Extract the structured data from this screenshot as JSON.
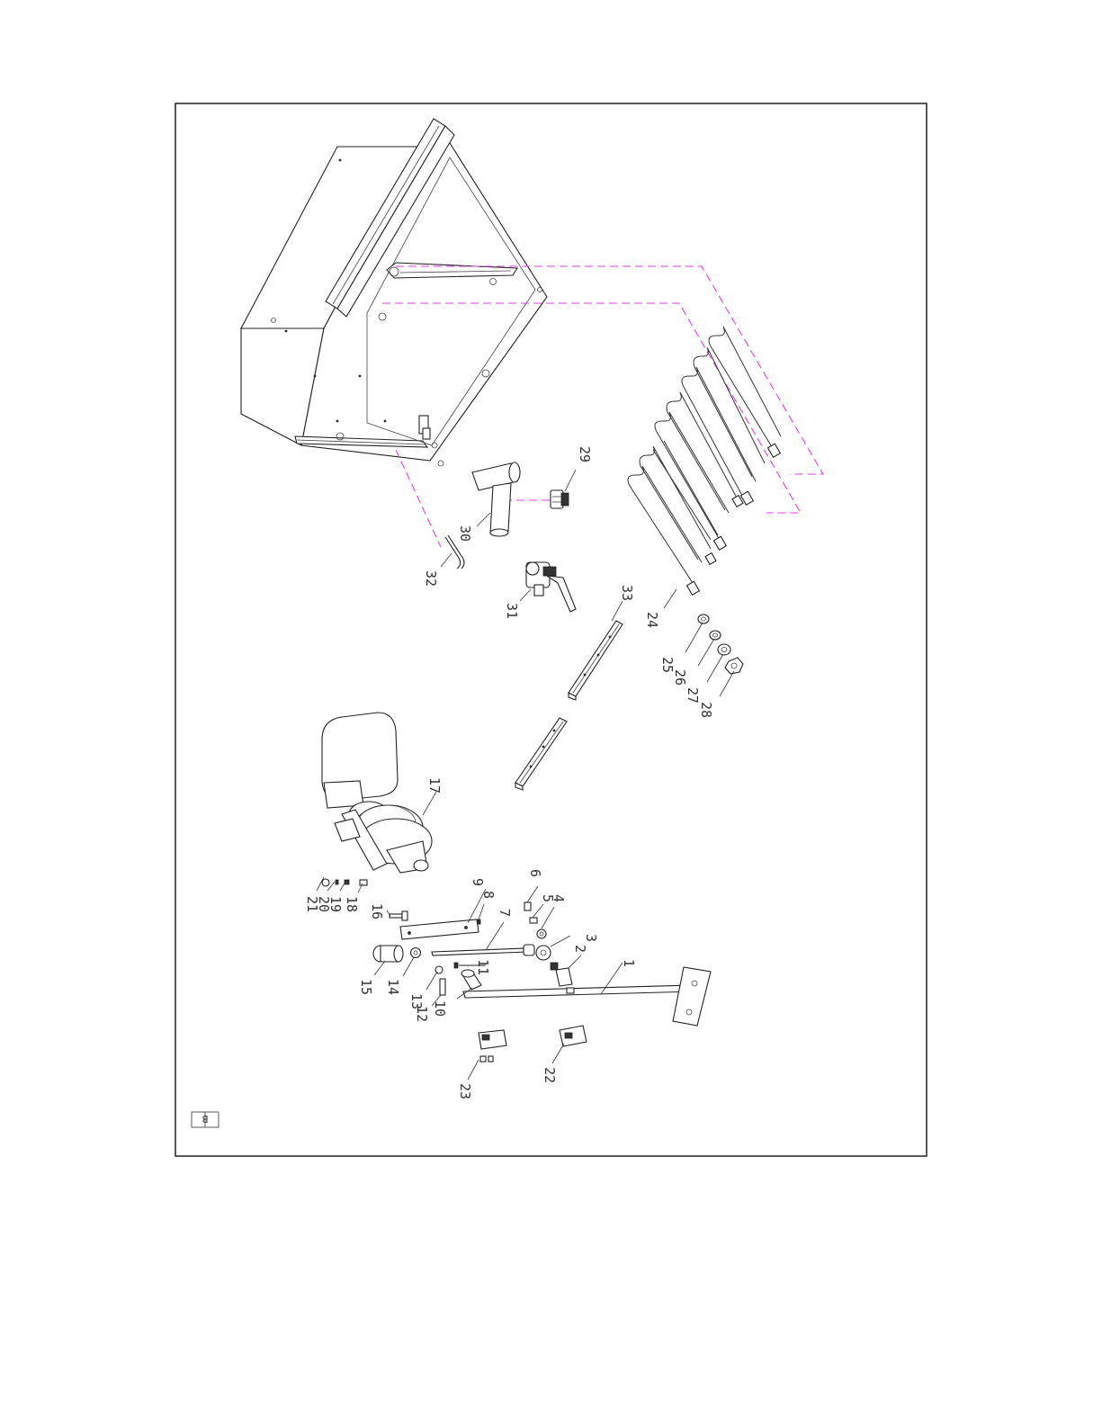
{
  "drawing": {
    "frame_label": "B",
    "phantom_color": "#e040e0",
    "callouts": [
      {
        "id": "c1",
        "text": "1"
      },
      {
        "id": "c2",
        "text": "2"
      },
      {
        "id": "c3",
        "text": "3"
      },
      {
        "id": "c4",
        "text": "4"
      },
      {
        "id": "c5",
        "text": "5"
      },
      {
        "id": "c6",
        "text": "6"
      },
      {
        "id": "c7",
        "text": "7"
      },
      {
        "id": "c8",
        "text": "8"
      },
      {
        "id": "c9",
        "text": "9"
      },
      {
        "id": "c10",
        "text": "10"
      },
      {
        "id": "c11",
        "text": "11"
      },
      {
        "id": "c12",
        "text": "12"
      },
      {
        "id": "c13",
        "text": "13"
      },
      {
        "id": "c14",
        "text": "14"
      },
      {
        "id": "c15",
        "text": "15"
      },
      {
        "id": "c16",
        "text": "16"
      },
      {
        "id": "c17",
        "text": "17"
      },
      {
        "id": "c18",
        "text": "18"
      },
      {
        "id": "c19",
        "text": "19"
      },
      {
        "id": "c20",
        "text": "20"
      },
      {
        "id": "c21",
        "text": "21"
      },
      {
        "id": "c22",
        "text": "22"
      },
      {
        "id": "c23",
        "text": "23"
      },
      {
        "id": "c24",
        "text": "24"
      },
      {
        "id": "c25",
        "text": "25"
      },
      {
        "id": "c26",
        "text": "26"
      },
      {
        "id": "c27",
        "text": "27"
      },
      {
        "id": "c28",
        "text": "28"
      },
      {
        "id": "c29",
        "text": "29"
      },
      {
        "id": "c30",
        "text": "30"
      },
      {
        "id": "c31",
        "text": "31"
      },
      {
        "id": "c32",
        "text": "32"
      },
      {
        "id": "c33",
        "text": "33"
      }
    ]
  }
}
